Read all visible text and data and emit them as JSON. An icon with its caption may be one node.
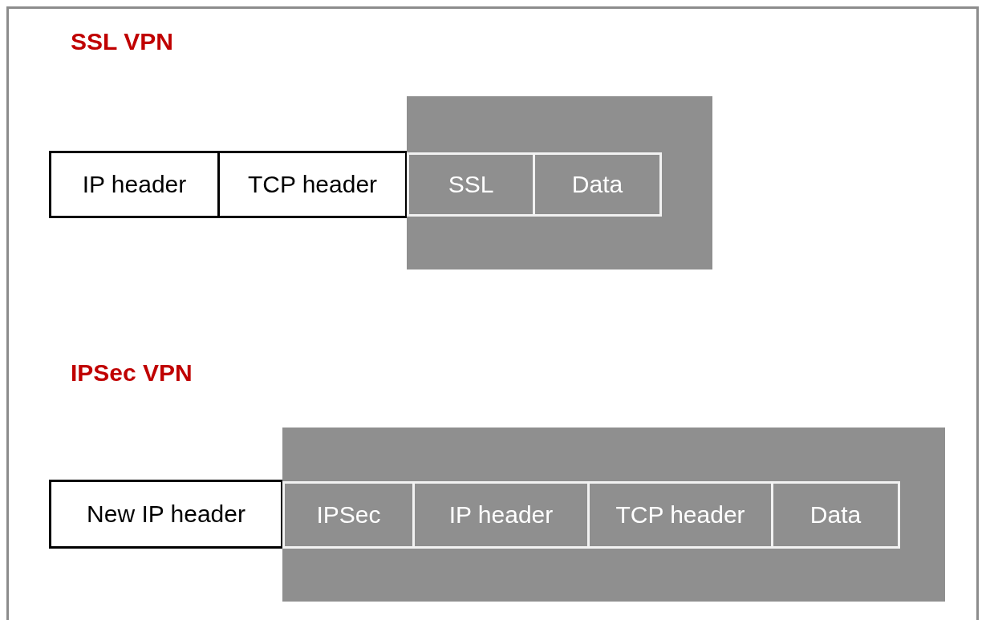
{
  "diagram": {
    "nodes": [
      {
        "text": [
          "IP header"
        ]
      },
      {
        "text": [
          "TCP header"
        ]
      },
      {
        "text": [],
        "shape": "box"
      },
      {
        "text": [
          "SSL"
        ],
        "in": 2
      },
      {
        "text": [
          "Data"
        ],
        "in": 2
      },
      {
        "text": [
          "New IP header"
        ]
      },
      {
        "text": [],
        "shape": "box"
      },
      {
        "text": [
          "IPSec"
        ],
        "in": 6
      },
      {
        "text": [
          "IP header"
        ],
        "in": 6
      },
      {
        "text": [
          "TCP header"
        ],
        "in": 6
      },
      {
        "text": [
          "Data"
        ],
        "in": 6
      }
    ],
    "edges": [],
    "labels": [
      "SSL VPN",
      "IPSec VPN"
    ]
  }
}
